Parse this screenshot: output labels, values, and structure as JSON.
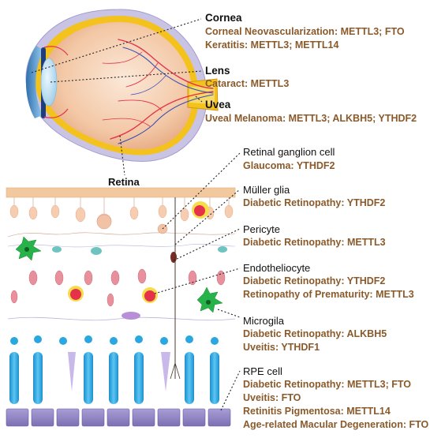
{
  "colors": {
    "annotation_text": "#8a5a2b",
    "heading_text": "#111111",
    "leader_line": "#222222",
    "retina_layer": "#f2c89e",
    "photoreceptor": "#29a8e0",
    "rpe": "#8f82c4",
    "microglia": "#27b34a",
    "vessel": "#e4324a"
  },
  "anatomy": {
    "retina_label": "Retina"
  },
  "annotations": [
    {
      "title": "Cornea",
      "diseases": [
        "Corneal Neovascularization: METTL3; FTO",
        "Keratitis: METTL3; METTL14"
      ]
    },
    {
      "title": "Lens",
      "diseases": [
        "Cataract: METTL3"
      ]
    },
    {
      "title": "Uvea",
      "diseases": [
        "Uveal Melanoma: METTL3; ALKBH5; YTHDF2"
      ]
    },
    {
      "title": "Retinal ganglion cell",
      "diseases": [
        "Glaucoma: YTHDF2"
      ]
    },
    {
      "title": "Müller glia",
      "diseases": [
        "Diabetic Retinopathy: YTHDF2"
      ]
    },
    {
      "title": "Pericyte",
      "diseases": [
        "Diabetic Retinopathy: METTL3"
      ]
    },
    {
      "title": "Endotheliocyte",
      "diseases": [
        "Diabetic Retinopathy: YTHDF2",
        "Retinopathy of Prematurity: METTL3"
      ]
    },
    {
      "title": "Microgila",
      "diseases": [
        "Diabetic Retinopathy: ALKBH5",
        "Uveitis: YTHDF1"
      ]
    },
    {
      "title": "RPE cell",
      "diseases": [
        "Diabetic Retinopathy: METTL3; FTO",
        "Uveitis: FTO",
        "Retinitis Pigmentosa: METTL14",
        "Age-related Macular Degeneration: FTO"
      ]
    }
  ]
}
